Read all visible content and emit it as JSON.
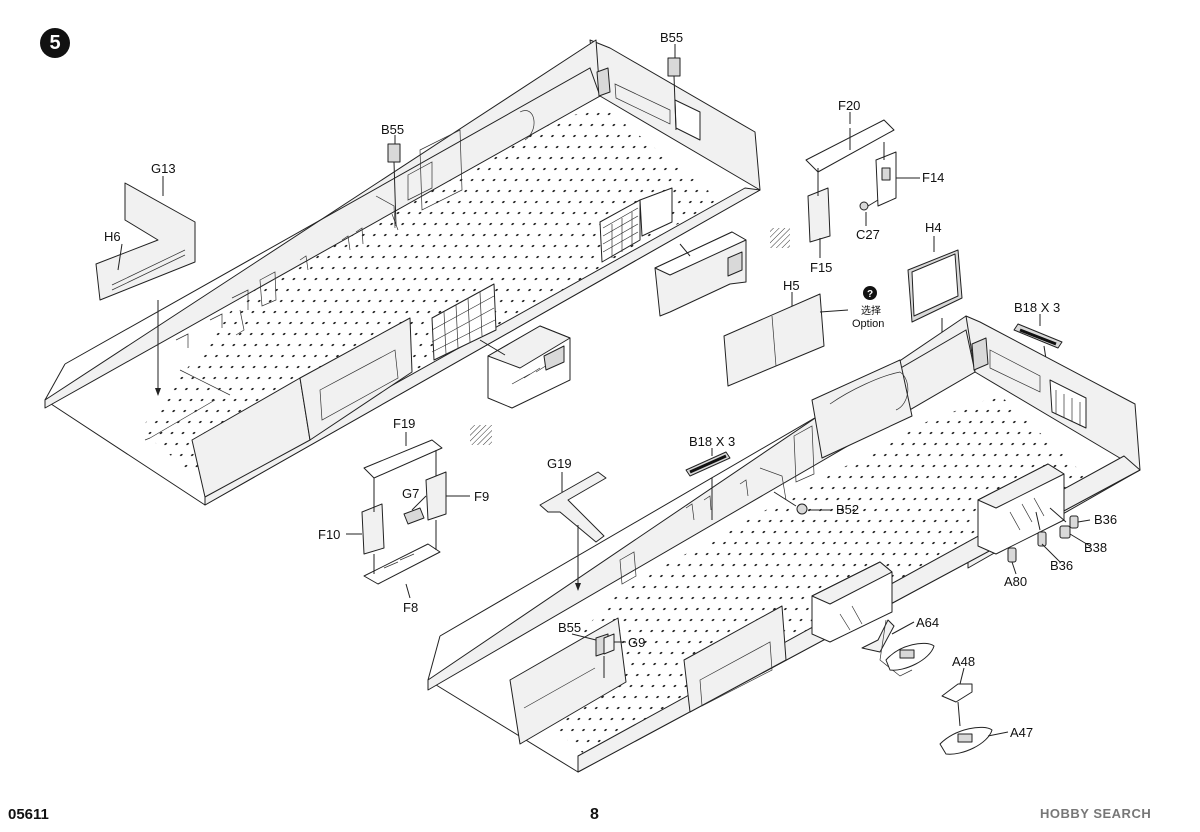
{
  "step": {
    "number": "5"
  },
  "footer": {
    "code": "05611",
    "page": "8",
    "watermark": "HOBBY SEARCH"
  },
  "option_note": {
    "cn": "选择",
    "en": "Option",
    "symbol": "?"
  },
  "callouts": {
    "b55_top": "B55",
    "b55_left": "B55",
    "b55_bottom": "B55",
    "g13": "G13",
    "h6": "H6",
    "f20": "F20",
    "f14": "F14",
    "c27": "C27",
    "f15": "F15",
    "h4": "H4",
    "h5": "H5",
    "b18_right": "B18 X 3",
    "b18_mid": "B18 X 3",
    "f19": "F19",
    "g7": "G7",
    "f9": "F9",
    "f10": "F10",
    "f8": "F8",
    "g19": "G19",
    "b52": "B52",
    "b36_a": "B36",
    "b38": "B38",
    "b36_b": "B36",
    "a80": "A80",
    "a64": "A64",
    "a48": "A48",
    "a47": "A47",
    "g9": "G9"
  },
  "icons": [
    "step-number-badge",
    "question-icon",
    "move-arrow-icon"
  ]
}
